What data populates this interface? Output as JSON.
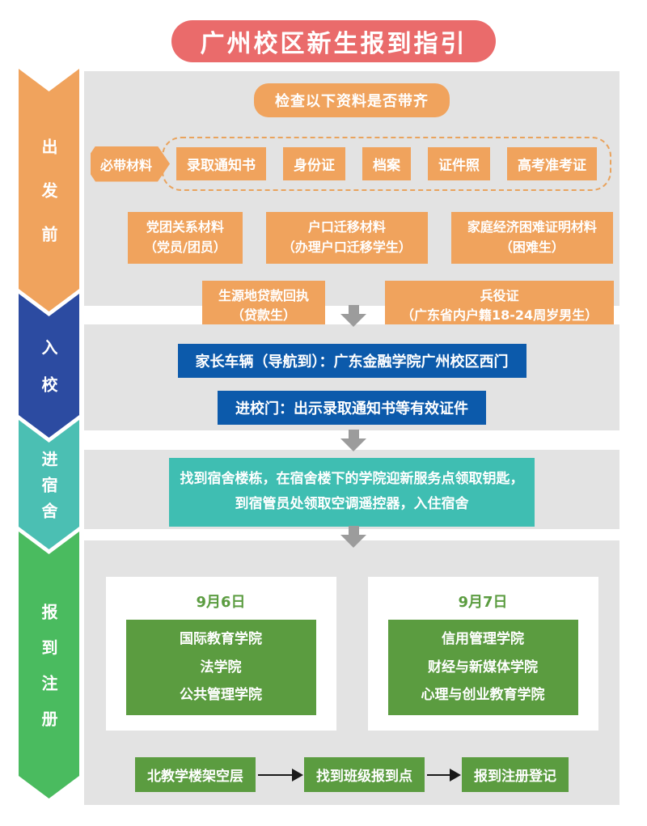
{
  "title": "广州校区新生报到指引",
  "colors": {
    "title_bg": "#EA6B6B",
    "stage_before_bg": "#F0A35D",
    "stage_entry_bg": "#2C4BA1",
    "stage_dorm_bg": "#4BBFB3",
    "stage_register_bg": "#4ABB5F",
    "panel_bg": "#E3E3E3",
    "orange_box": "#F0A35D",
    "blue_box": "#0C5AAB",
    "teal_box": "#3FBEB2",
    "green_box": "#5B9C40",
    "arrow_gray": "#9C9C9C"
  },
  "stages": [
    {
      "label": "出发前"
    },
    {
      "label": "入校"
    },
    {
      "label": "进宿舍"
    },
    {
      "label": "报到注册"
    }
  ],
  "before": {
    "check_title": "检查以下资料是否带齐",
    "must_bring_tag": "必带材料",
    "must_bring_items": [
      "录取通知书",
      "身份证",
      "档案",
      "证件照",
      "高考准考证"
    ],
    "conditional_row1": [
      {
        "line1": "党团关系材料",
        "line2": "（党员/团员）"
      },
      {
        "line1": "户口迁移材料",
        "line2": "（办理户口迁移学生）"
      },
      {
        "line1": "家庭经济困难证明材料",
        "line2": "（困难生）"
      }
    ],
    "conditional_row2": [
      {
        "line1": "生源地贷款回执",
        "line2": "（贷款生）"
      },
      {
        "line1": "兵役证",
        "line2": "（广东省内户籍18-24周岁男生）"
      }
    ]
  },
  "entry": {
    "vehicle_note": "家长车辆（导航到）：广东金融学院广州校区西门",
    "gate_note": "进校门：出示录取通知书等有效证件"
  },
  "dorm": {
    "line1": "找到宿舍楼栋，在宿舍楼下的学院迎新服务点领取钥匙，",
    "line2": "到宿管员处领取空调遥控器，入住宿舍"
  },
  "register": {
    "days": [
      {
        "date": "9月6日",
        "colleges": [
          "国际教育学院",
          "法学院",
          "公共管理学院"
        ]
      },
      {
        "date": "9月7日",
        "colleges": [
          "信用管理学院",
          "财经与新媒体学院",
          "心理与创业教育学院"
        ]
      }
    ],
    "flow": [
      "北教学楼架空层",
      "找到班级报到点",
      "报到注册登记"
    ]
  }
}
